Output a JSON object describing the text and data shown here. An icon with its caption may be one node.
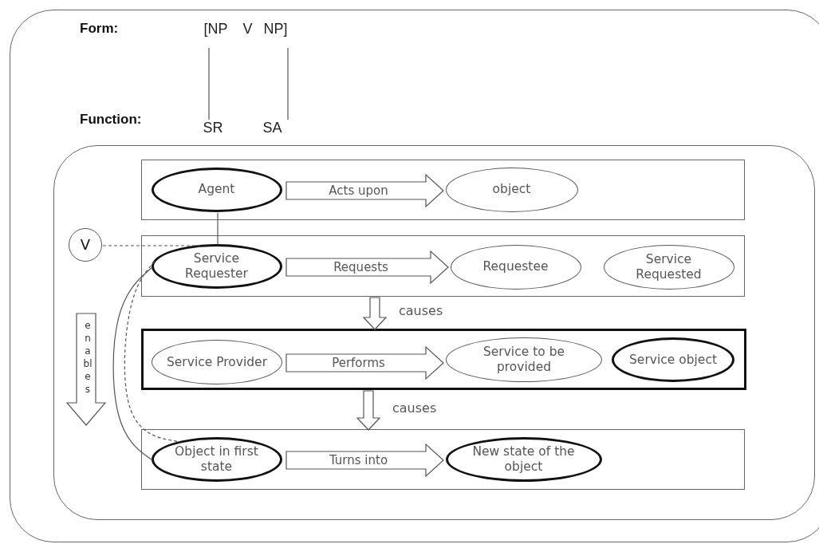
{
  "diagram": {
    "nodes": [
      {
        "text": [],
        "shape": "box"
      },
      {
        "text": [
          "[NP"
        ],
        "in": 0
      },
      {
        "text": [
          "V"
        ],
        "in": 0
      },
      {
        "text": [
          "NP]"
        ],
        "in": 0
      },
      {
        "text": [
          "SR"
        ],
        "in": 0
      },
      {
        "text": [
          "SA"
        ],
        "in": 0
      },
      {
        "text": [],
        "shape": "box",
        "in": 0
      },
      {
        "text": [],
        "shape": "box",
        "in": 6
      },
      {
        "text": [
          "Agent"
        ],
        "in": 7
      },
      {
        "text": [
          "object"
        ],
        "in": 7
      },
      {
        "text": [
          "V"
        ],
        "in": 6
      },
      {
        "text": [],
        "shape": "box",
        "in": 6
      },
      {
        "text": [
          "Service Requester"
        ],
        "in": 11
      },
      {
        "text": [
          "Requestee"
        ],
        "in": 11
      },
      {
        "text": [
          "Service Requested"
        ],
        "in": 11
      },
      {
        "text": [],
        "shape": "box",
        "in": 6
      },
      {
        "text": [
          "Service Provider"
        ],
        "in": 15
      },
      {
        "text": [
          "Service to be provided"
        ],
        "in": 15
      },
      {
        "text": [
          "Service object"
        ],
        "in": 15
      },
      {
        "text": [],
        "shape": "box",
        "in": 6
      },
      {
        "text": [
          "Object in first state"
        ],
        "in": 19
      },
      {
        "text": [
          "New state of the object"
        ],
        "in": 19
      }
    ],
    "edges": [
      {
        "from": 1,
        "to": 4,
        "arrow": "none"
      },
      {
        "from": 3,
        "to": 5,
        "arrow": "none"
      },
      {
        "from": 8,
        "to": 12,
        "arrow": "none"
      },
      {
        "from": 10,
        "to": 12,
        "arrow": "none",
        "style": "dashed"
      },
      {
        "from": 12,
        "to": 20,
        "arrow": "none"
      },
      {
        "from": 12,
        "to": 20,
        "arrow": "none",
        "style": "dashed"
      },
      {
        "from": 8,
        "to": 9,
        "arrow": "to",
        "label": "Acts upon"
      },
      {
        "from": 12,
        "to": 13,
        "arrow": "to",
        "label": "Requests"
      },
      {
        "from": 16,
        "to": 17,
        "arrow": "to",
        "label": "Performs"
      },
      {
        "from": 20,
        "to": 21,
        "arrow": "to",
        "label": "Turns into"
      },
      {
        "from": 11,
        "to": 15,
        "arrow": "to",
        "label": "causes"
      },
      {
        "from": 15,
        "to": 19,
        "arrow": "to",
        "label": "causes"
      }
    ],
    "labels": [
      "Form:",
      "Function:",
      "enables"
    ]
  }
}
